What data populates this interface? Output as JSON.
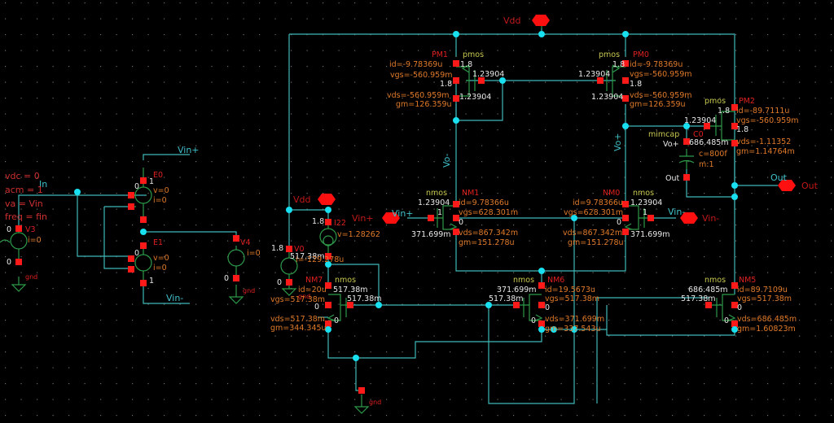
{
  "colors": {
    "background": "#000000",
    "wire": "#3fb8b8",
    "symbol": "#2e9a4a",
    "pin": "#ff1a1a",
    "junction": "#19e0f0",
    "instance_name": "#e02020",
    "param": "#e07a2a",
    "model": "#c8c850",
    "node_voltage": "#e8e8e8"
  },
  "pins": {
    "vdd_top": "Vdd",
    "vdd_left": "Vdd",
    "vin_plus": "Vin+",
    "vin_minus": "Vin-",
    "out": "Out"
  },
  "nets": {
    "vin_plus_top": "Vin+",
    "vin_minus_bottom": "Vin-",
    "in": "In",
    "vo_minus": "Vo-",
    "vo_plus": "Vo+",
    "out": "Out",
    "vin_plus_gate": "Vin+",
    "vin_minus_gate": "Vin-",
    "cap_top": "Vo+",
    "cap_bottom": "Out"
  },
  "v3": {
    "name": "V3",
    "params": [
      "vdc = 0",
      "acm = 1",
      "va = Vin",
      "freq = fin"
    ],
    "current": "i=0",
    "top_v": "0",
    "bot_v": "0",
    "gnd": "gnd"
  },
  "e0": {
    "name": "E0",
    "v": "v=0",
    "i": "i=0",
    "n0": "0",
    "n1": "1"
  },
  "e1": {
    "name": "E1",
    "v": "v=0",
    "i": "i=0",
    "n0": "0",
    "n1": "1"
  },
  "v4": {
    "name": "V4",
    "current": "i=0",
    "bot_v": "0",
    "gnd": "gnd"
  },
  "v0": {
    "name": "V0",
    "top_v": "1.8",
    "dc": "517.38m",
    "current": "i=-129.278u",
    "bot_v": "0",
    "gnd": "gnd"
  },
  "i22": {
    "name": "I22",
    "top_v": "1.8",
    "v": "v=1.28262"
  },
  "pm1": {
    "name": "PM1",
    "model": "pmos",
    "id": "id=-9.78369u",
    "vgs": "vgs=-560.959m",
    "vds": "vds=-560.959m",
    "gm": "gm=126.359u",
    "s": "1.8",
    "b": "1.8",
    "g": "1.23904",
    "d": "1.23904"
  },
  "pm0": {
    "name": "PM0",
    "model": "pmos",
    "id": "id=-9.78369u",
    "vgs": "vgs=-560.959m",
    "vds": "vds=-560.959m",
    "gm": "gm=126.359u",
    "s": "1.8",
    "b": "1.8",
    "g": "1.23904",
    "d": "1.23904"
  },
  "pm2": {
    "name": "PM2",
    "model": "pmos",
    "id": "id=-89.7111u",
    "vgs": "vgs=-560.959m",
    "vds": "vds=-1.11352",
    "gm": "gm=1.14764m",
    "s": "1.8",
    "b": "1.8",
    "g": "1.23904",
    "d": "686.485m"
  },
  "c0": {
    "name": "C0",
    "model": "mimcap",
    "c": "c=800f",
    "m": "m:1"
  },
  "nm1": {
    "name": "NM1",
    "model": "nmos",
    "id": "id=9.78366u",
    "vgs": "vgs=628.301m",
    "vds": "vds=867.342m",
    "gm": "gm=151.278u",
    "d": "1.23904",
    "g": "1",
    "b": "0",
    "s": "371.699m"
  },
  "nm0": {
    "name": "NM0",
    "model": "nmos",
    "id": "id=9.78366u",
    "vgs": "vgs=628.301m",
    "vds": "vds=867.342m",
    "gm": "gm=151.278u",
    "d": "1.23904",
    "g": "1",
    "b": "0",
    "s": "371.699m"
  },
  "nm7": {
    "name": "NM7",
    "model": "nmos",
    "id": "id=20u",
    "vgs": "vgs=517.38m",
    "vds": "vds=517.38m",
    "gm": "gm=344.345u",
    "d": "517.38m",
    "g": "517.38m",
    "b": "0",
    "s": "0"
  },
  "nm6": {
    "name": "NM6",
    "model": "nmos",
    "id": "id=19.5673u",
    "vgs": "vgs=517.38m",
    "vds": "vds=371.699m",
    "gm": "gm=337.543u",
    "d": "371.699m",
    "g": "517.38m",
    "b": "0",
    "s": "0"
  },
  "nm5": {
    "name": "NM5",
    "model": "nmos",
    "id": "id=89.7109u",
    "vgs": "vgs=517.38m",
    "vds": "vds=686.485m",
    "gm": "gm=1.60823m",
    "d": "686.485m",
    "g": "517.38m",
    "b": "0",
    "s": "0"
  },
  "gnd_main": "gnd"
}
